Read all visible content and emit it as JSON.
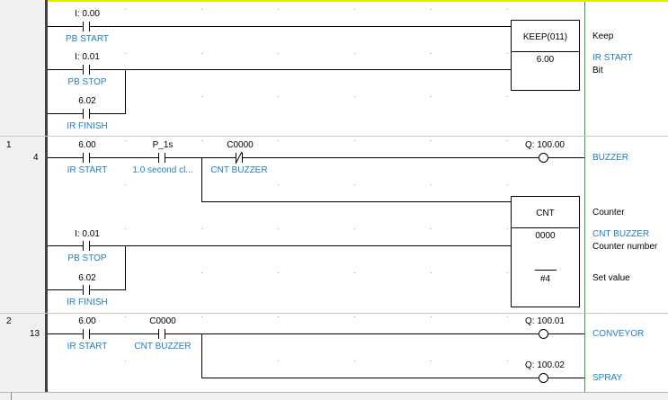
{
  "rungs": [
    {
      "number": "",
      "step": "",
      "contacts": [
        {
          "address": "I: 0.00",
          "comment": "PB START",
          "type": "NO"
        },
        {
          "address": "I: 0.01",
          "comment": "PB STOP",
          "type": "NO"
        },
        {
          "address": "6.02",
          "comment": "IR FINISH",
          "type": "NO"
        }
      ],
      "instruction": {
        "name": "KEEP(011)",
        "operand": "6.00",
        "comments": [
          "Keep",
          "IR START",
          "Bit"
        ]
      }
    },
    {
      "number": "1",
      "step": "4",
      "contacts": [
        {
          "address": "6.00",
          "comment": "IR START",
          "type": "NO"
        },
        {
          "address": "P_1s",
          "comment": "1.0 second cl...",
          "type": "NO"
        },
        {
          "address": "C0000",
          "comment": "CNT BUZZER",
          "type": "NC"
        },
        {
          "address": "I: 0.01",
          "comment": "PB STOP",
          "type": "NO"
        },
        {
          "address": "6.02",
          "comment": "IR FINISH",
          "type": "NO"
        }
      ],
      "coil": {
        "address": "Q: 100.00",
        "comment": "BUZZER"
      },
      "instruction": {
        "name": "CNT",
        "operand": "0000",
        "set_value": "#4",
        "comments": [
          "Counter",
          "CNT BUZZER",
          "Counter number",
          "Set value"
        ]
      }
    },
    {
      "number": "2",
      "step": "13",
      "contacts": [
        {
          "address": "6.00",
          "comment": "IR START",
          "type": "NO"
        },
        {
          "address": "C0000",
          "comment": "CNT BUZZER",
          "type": "NO"
        }
      ],
      "coils": [
        {
          "address": "Q: 100.01",
          "comment": "CONVEYOR"
        },
        {
          "address": "Q: 100.02",
          "comment": "SPRAY"
        }
      ]
    }
  ],
  "colors": {
    "comment": "#1f7dc3",
    "right_rail": "#2e9f3e",
    "gutter": "#f0f0f0"
  }
}
